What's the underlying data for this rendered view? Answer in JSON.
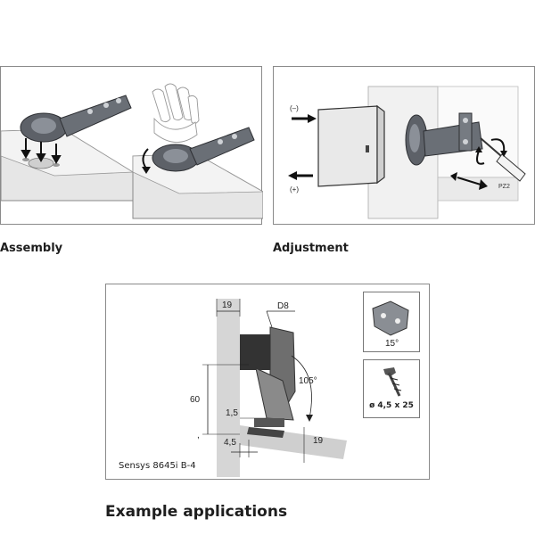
{
  "captions": {
    "assembly": "Assembly",
    "adjustment": "Adjustment",
    "examples": "Example applications"
  },
  "adjustment": {
    "minus_label": "(–)",
    "plus_label": "(+)",
    "screwdriver_label": "PZ2"
  },
  "example": {
    "product_label": "Sensys 8645i B-4",
    "dims": {
      "top_thickness": "19",
      "bore": "D8",
      "height": "60",
      "angle": "105°",
      "gap": "1,5",
      "offset": "4,5",
      "panel_thickness": "19"
    },
    "plate_angle_label": "15°",
    "screw_label": "ø 4,5 x 25"
  }
}
